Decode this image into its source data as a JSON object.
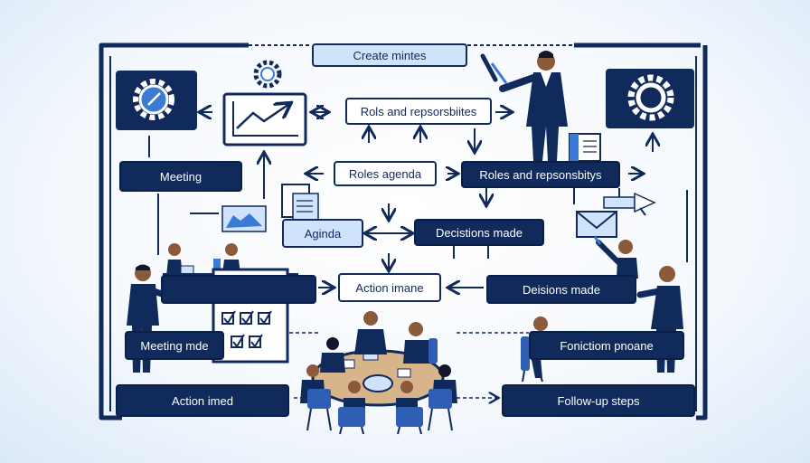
{
  "title": "Create mintes",
  "labels": {
    "rols_top": "Rols and repsorsbiites",
    "meeting": "Meeting",
    "roles_agenda": "Roles agenda",
    "roles_responsibilities": "Roles and repsonsbitys",
    "agenda": "Aginda",
    "decisions_made_1": "Decistions made",
    "action_imane": "Action imane",
    "decisions_made_2": "Deisions made",
    "meeting_mode": "Meeting mde",
    "fonictiom": "Fonictiom pnoane",
    "action_imed": "Action imed",
    "follow_up": "Follow-up steps"
  },
  "colors": {
    "navy": "#102a5c",
    "light_blue": "#cfe3fa",
    "accent": "#3a7bd5",
    "table": "#d8b48a"
  },
  "icons": [
    "gear-icon",
    "chart-icon",
    "document-icon",
    "envelope-icon",
    "pen-icon",
    "checklist-icon"
  ]
}
